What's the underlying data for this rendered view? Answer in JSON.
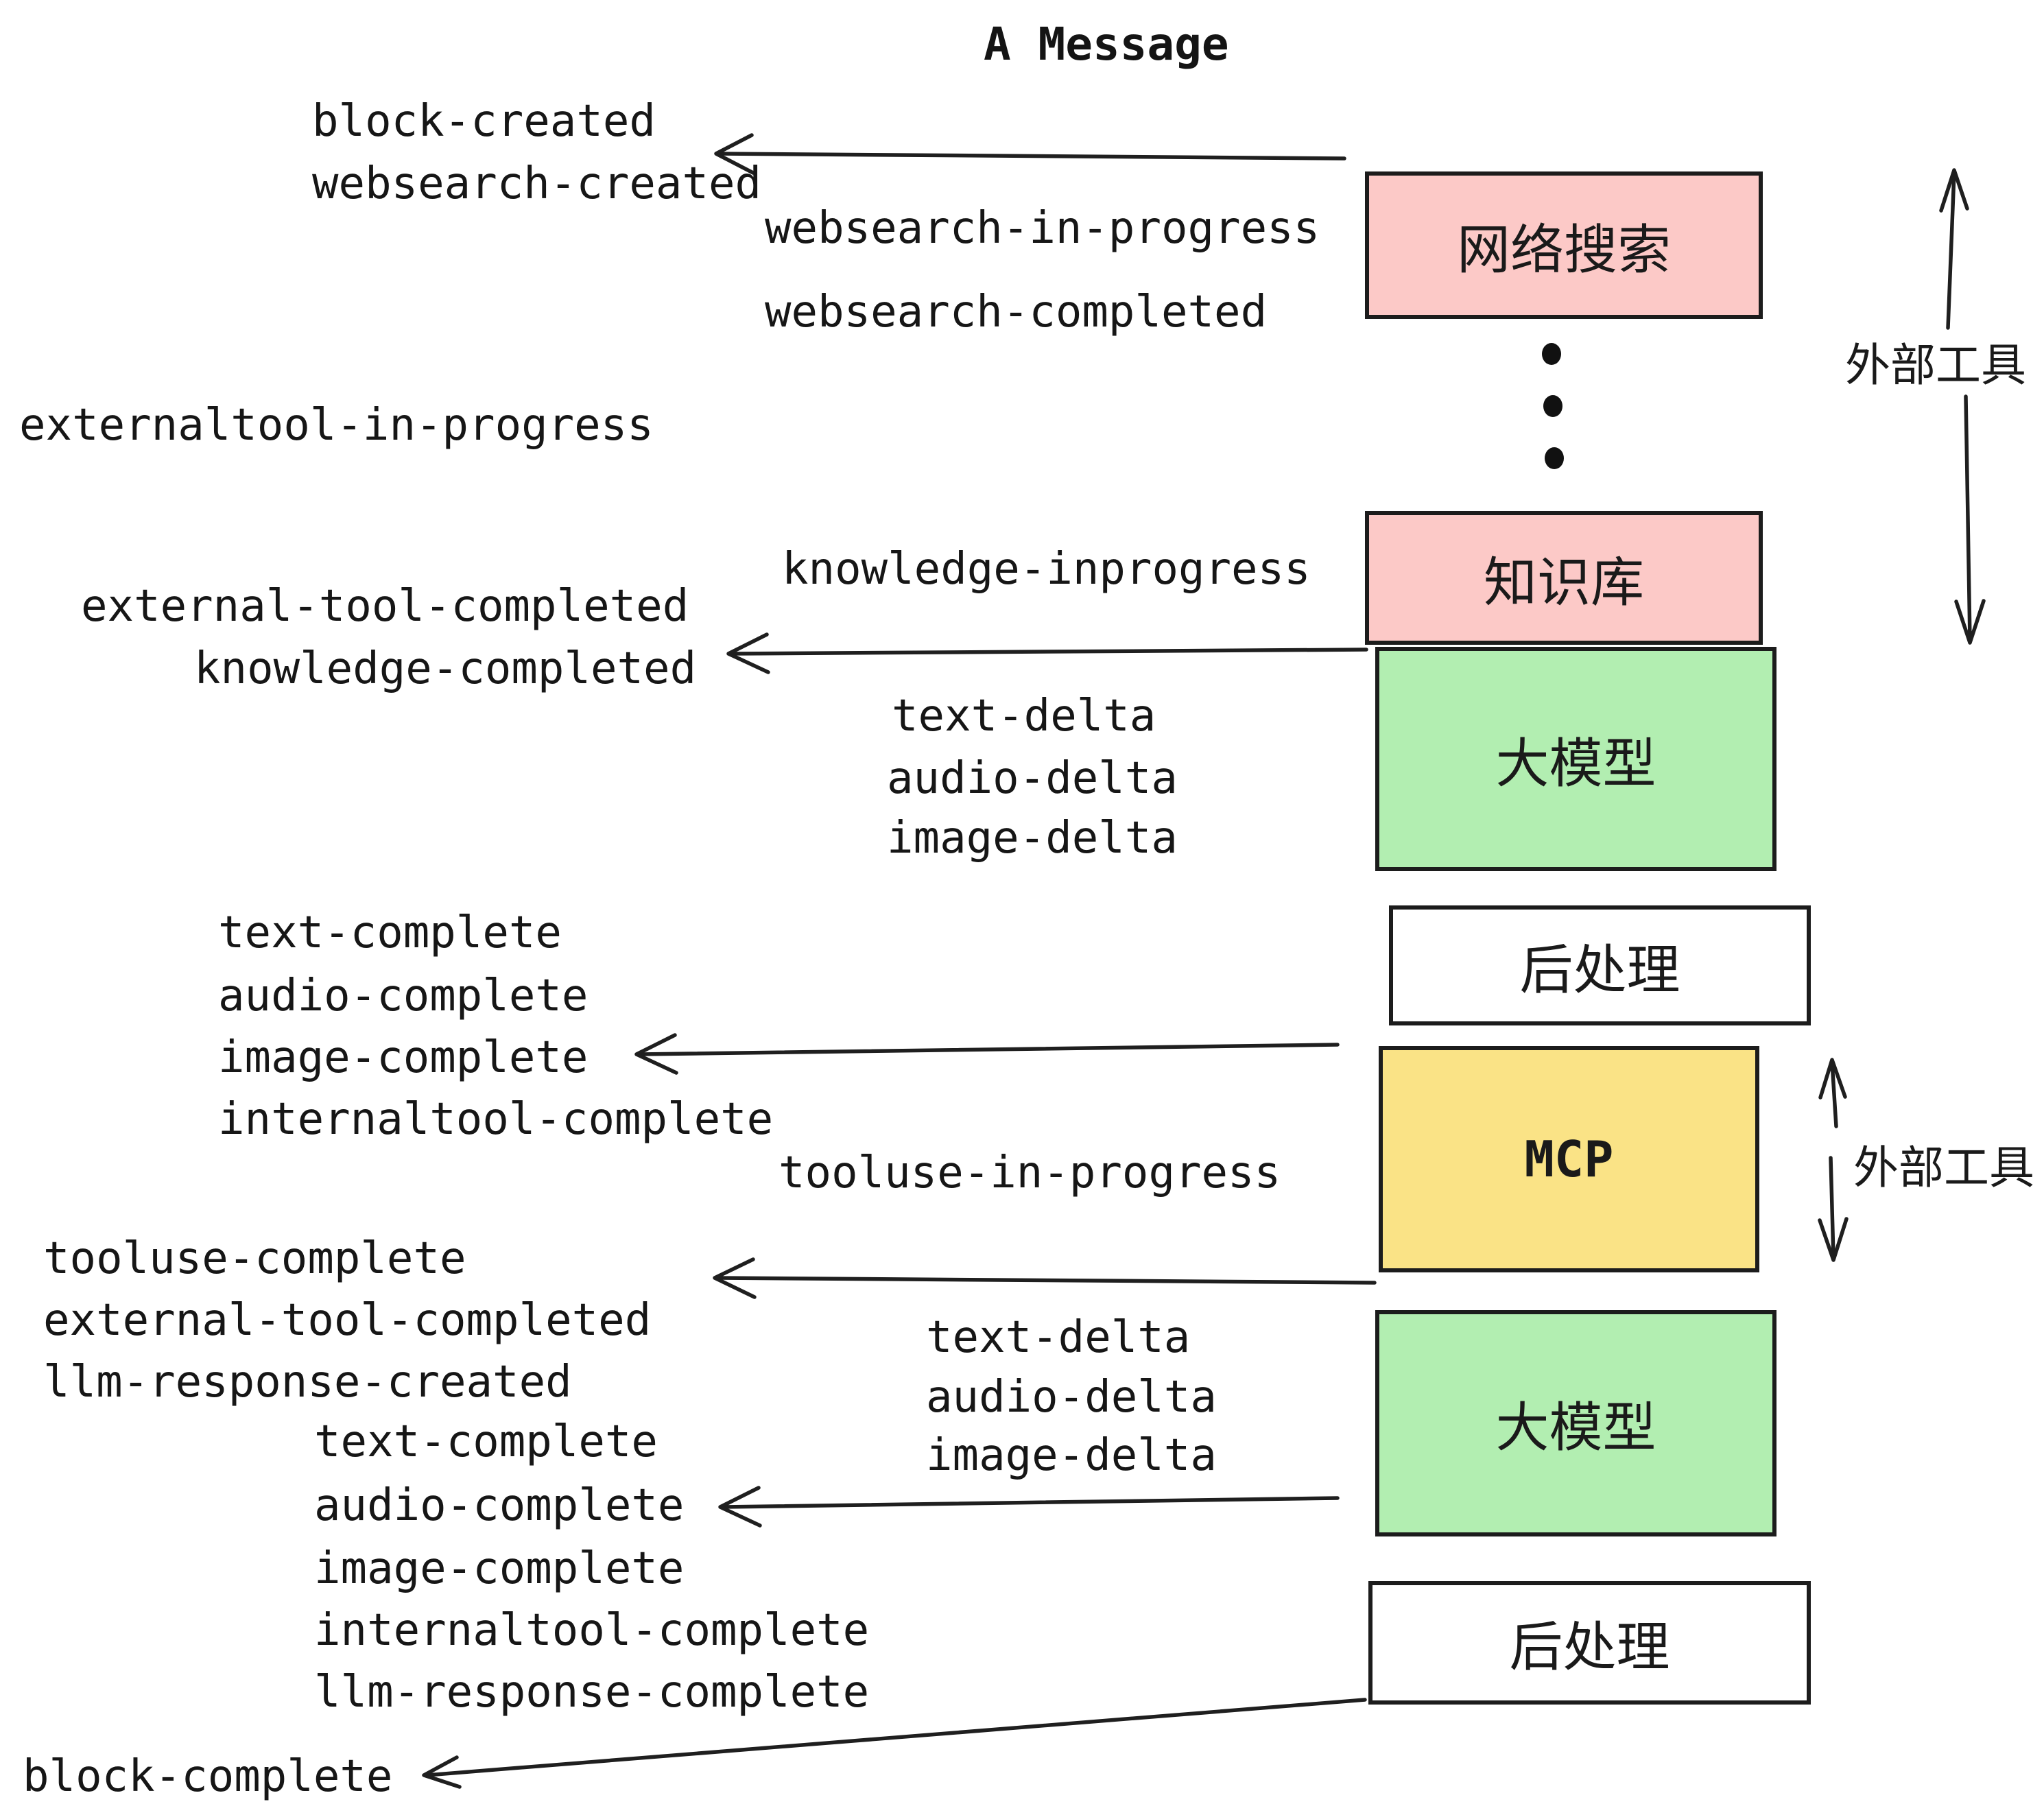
{
  "title": "A Message",
  "colors": {
    "pink": "#fcc9c7",
    "green": "#b2eeb1",
    "yellow": "#fae386",
    "white": "#ffffff",
    "border": "#1c1c1c",
    "ink": "#161616"
  },
  "boxes": {
    "websearch": "网络搜索",
    "knowledge": "知识库",
    "llm1": "大模型",
    "post1": "后处理",
    "mcp": "MCP",
    "llm2": "大模型",
    "post2": "后处理"
  },
  "annotations": {
    "external_tools_top": "外部工具",
    "external_tools_bottom": "外部工具"
  },
  "events": {
    "block_created": "block-created",
    "websearch_created": "websearch-created",
    "websearch_in_progress": "websearch-in-progress",
    "websearch_completed": "websearch-completed",
    "externaltool_in_progress": "externaltool-in-progress",
    "knowledge_inprogress": "knowledge-inprogress",
    "external_tool_completed_1": "external-tool-completed",
    "knowledge_completed": "knowledge-completed",
    "text_delta_1": "text-delta",
    "audio_delta_1": "audio-delta",
    "image_delta_1": "image-delta",
    "text_complete_1": "text-complete",
    "audio_complete_1": "audio-complete",
    "image_complete_1": "image-complete",
    "internaltool_complete_1": "internaltool-complete",
    "tooluse_in_progress": "tooluse-in-progress",
    "tooluse_complete": "tooluse-complete",
    "external_tool_completed_2": "external-tool-completed",
    "llm_response_created": "llm-response-created",
    "text_delta_2": "text-delta",
    "audio_delta_2": "audio-delta",
    "image_delta_2": "image-delta",
    "text_complete_2": "text-complete",
    "audio_complete_2": "audio-complete",
    "image_complete_2": "image-complete",
    "internaltool_complete_2": "internaltool-complete",
    "llm_response_complete": "llm-response-complete",
    "block_complete": "block-complete"
  }
}
